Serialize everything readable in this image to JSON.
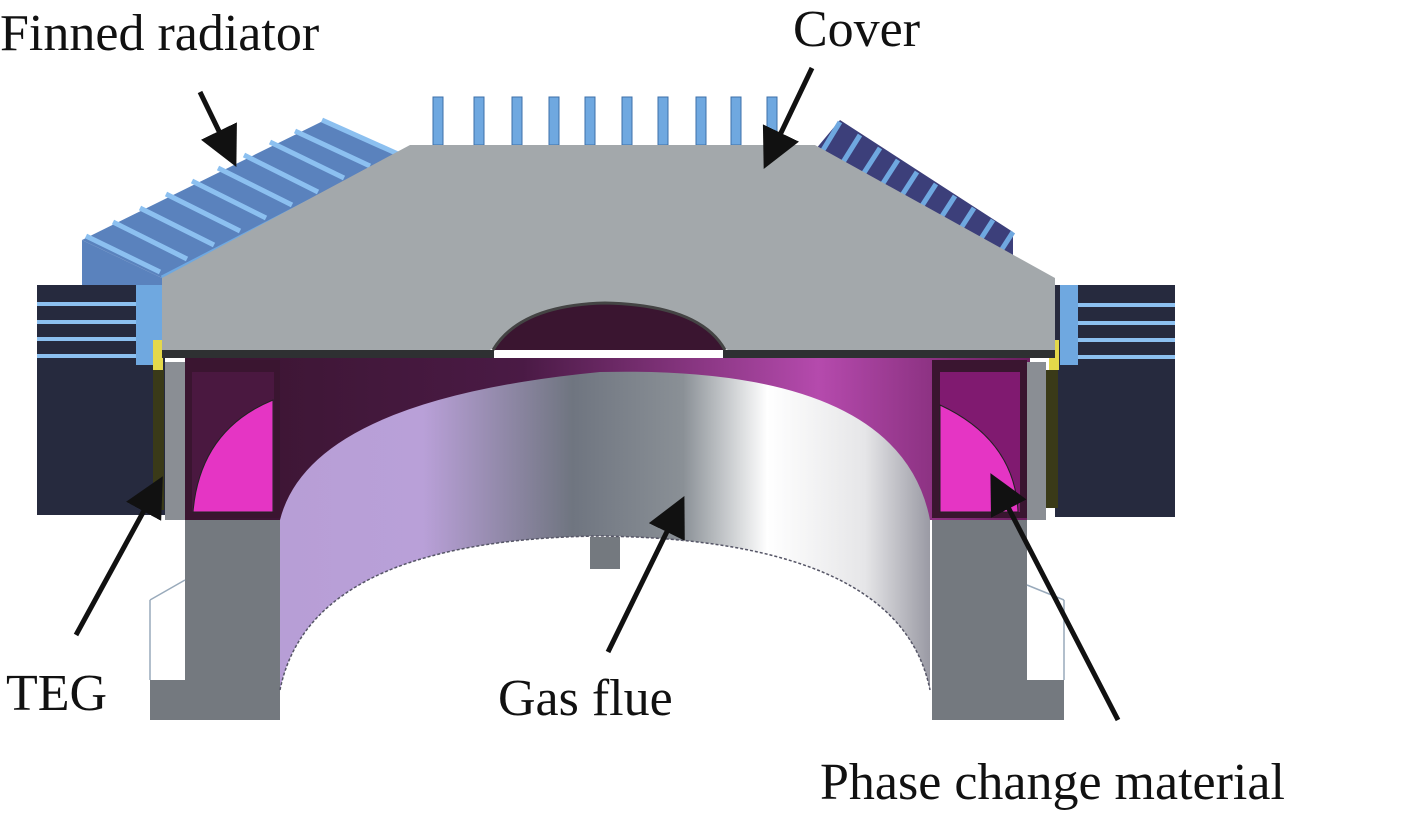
{
  "figure": {
    "labels": {
      "finned_radiator": "Finned radiator",
      "cover": "Cover",
      "teg": "TEG",
      "gas_flue": "Gas flue",
      "phase_change_material": "Phase change material"
    },
    "colors": {
      "fin_light": "#6fa8e0",
      "fin_left": "#5a82bd",
      "fin_right": "#3c3f7a",
      "cover": "#a3a8ab",
      "dark_block": "#262a3e",
      "teg_yellow": "#e4d84a",
      "teg_olive": "#3a3a18",
      "pcm_dark": "#4a1840",
      "pcm_bright": "#e535c4",
      "pedestal": "#74797f",
      "arrow": "#111111"
    }
  }
}
